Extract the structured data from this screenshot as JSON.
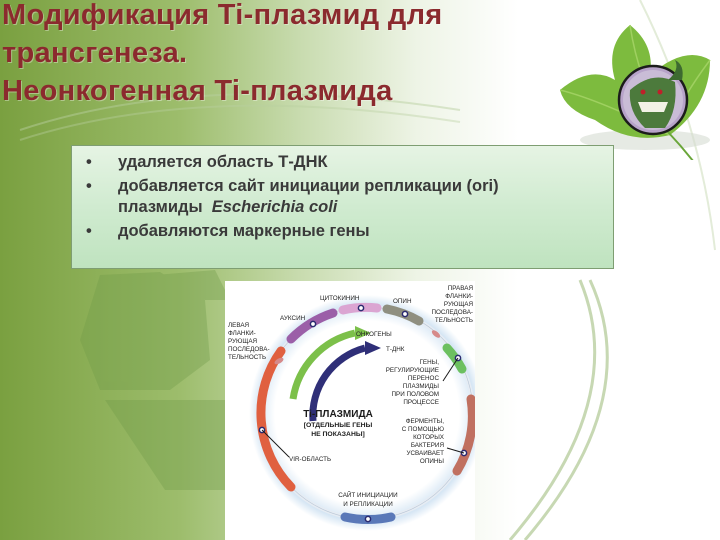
{
  "title": {
    "line1": "Модификация Ti-плазмид для",
    "line2": "трансгенеза.",
    "line3": "Неонкогенная Ti-плазмида"
  },
  "bullets": [
    {
      "marker": "•",
      "text": "удаляется область Т-ДНК"
    },
    {
      "marker": "•",
      "text": "добавляется сайт инициации репликации (ori)",
      "cont_prefix": "плазмиды ",
      "cont_italic": "Escherichia coli"
    },
    {
      "marker": "•",
      "text": "добавляются маркерные гены"
    }
  ],
  "decor": {
    "leaf_icon": "leaf-with-dragon-badge-icon",
    "background_icon": "recycle-arrows-icon"
  },
  "diagram": {
    "title": "Ti-ПЛАЗМИДА",
    "subtitle_line1": "[ОТДЕЛЬНЫЕ ГЕНЫ",
    "subtitle_line2": "НЕ ПОКАЗАНЫ]",
    "labels": {
      "cytokinin": "ЦИТОКИНИН",
      "opin": "ОПИН",
      "auxin": "АУКСИН",
      "oncogenes": "ОНКОГЕНЫ",
      "tdna": "Т-ДНК",
      "left_flank": [
        "ЛЕВАЯ",
        "ФЛАНКИ-",
        "РУЮЩАЯ",
        "ПОСЛЕДОВА-",
        "ТЕЛЬНОСТЬ"
      ],
      "right_flank": [
        "ПРАВАЯ",
        "ФЛАНКИ-",
        "РУЮЩАЯ",
        "ПОСЛЕДОВА-",
        "ТЕЛЬНОСТЬ"
      ],
      "conjugation": [
        "ГЕНЫ,",
        "РЕГУЛИРУЮЩИЕ",
        "ПЕРЕНОС",
        "ПЛАЗМИДЫ",
        "ПРИ ПОЛОВОМ",
        "ПРОЦЕССЕ"
      ],
      "enzymes": [
        "ФЕРМЕНТЫ,",
        "С ПОМОЩЬЮ",
        "КОТОРЫХ",
        "БАКТЕРИЯ",
        "УСВАИВАЕТ",
        "ОПИНЫ"
      ],
      "vir": "VIR-ОБЛАСТЬ",
      "ori": [
        "САЙТ ИНИЦИАЦИИ",
        "И РЕПЛИКАЦИИ"
      ]
    },
    "colors": {
      "auxin": "#9b5fa8",
      "cytokinin": "#d9a0cf",
      "opin": "#8f8f80",
      "oncogenes_arrow": "#7cc04a",
      "tdna_arrow": "#2f2f78",
      "conjugation": "#6cc060",
      "enzymes": "#c07060",
      "vir": "#e06040",
      "ori": "#5a78b8",
      "backbone": "#e8eef5",
      "title_text": "#8b2a2e"
    }
  }
}
